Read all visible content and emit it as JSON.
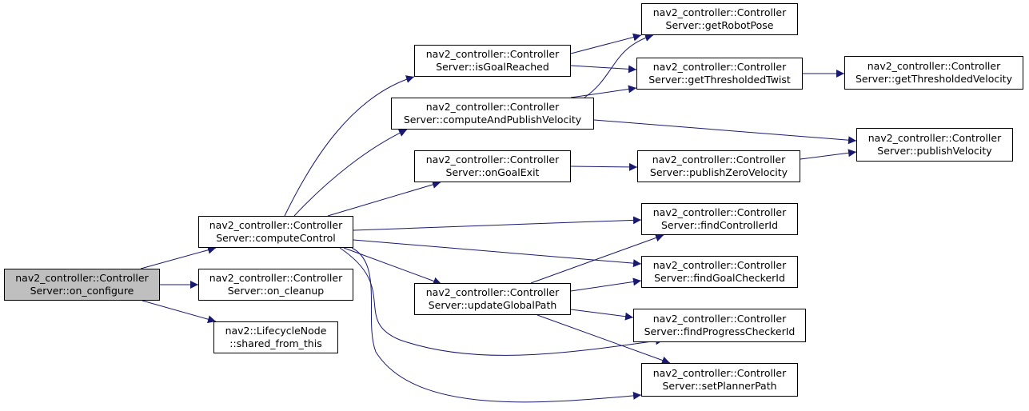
{
  "graph": {
    "edge_color": "#191970",
    "root_fill": "#bfbfbf",
    "nodes": [
      {
        "id": "on_configure",
        "lines": [
          "nav2_controller::Controller",
          "Server::on_configure"
        ]
      },
      {
        "id": "computeControl",
        "lines": [
          "nav2_controller::Controller",
          "Server::computeControl"
        ]
      },
      {
        "id": "on_cleanup",
        "lines": [
          "nav2_controller::Controller",
          "Server::on_cleanup"
        ]
      },
      {
        "id": "shared_from_this",
        "lines": [
          "nav2::LifecycleNode",
          "::shared_from_this"
        ]
      },
      {
        "id": "isGoalReached",
        "lines": [
          "nav2_controller::Controller",
          "Server::isGoalReached"
        ]
      },
      {
        "id": "computeAndPublishVelocity",
        "lines": [
          "nav2_controller::Controller",
          "Server::computeAndPublishVelocity"
        ]
      },
      {
        "id": "onGoalExit",
        "lines": [
          "nav2_controller::Controller",
          "Server::onGoalExit"
        ]
      },
      {
        "id": "updateGlobalPath",
        "lines": [
          "nav2_controller::Controller",
          "Server::updateGlobalPath"
        ]
      },
      {
        "id": "getRobotPose",
        "lines": [
          "nav2_controller::Controller",
          "Server::getRobotPose"
        ]
      },
      {
        "id": "getThresholdedTwist",
        "lines": [
          "nav2_controller::Controller",
          "Server::getThresholdedTwist"
        ]
      },
      {
        "id": "getThresholdedVelocity",
        "lines": [
          "nav2_controller::Controller",
          "Server::getThresholdedVelocity"
        ]
      },
      {
        "id": "publishVelocity",
        "lines": [
          "nav2_controller::Controller",
          "Server::publishVelocity"
        ]
      },
      {
        "id": "publishZeroVelocity",
        "lines": [
          "nav2_controller::Controller",
          "Server::publishZeroVelocity"
        ]
      },
      {
        "id": "findControllerId",
        "lines": [
          "nav2_controller::Controller",
          "Server::findControllerId"
        ]
      },
      {
        "id": "findGoalCheckerId",
        "lines": [
          "nav2_controller::Controller",
          "Server::findGoalCheckerId"
        ]
      },
      {
        "id": "findProgressCheckerId",
        "lines": [
          "nav2_controller::Controller",
          "Server::findProgressCheckerId"
        ]
      },
      {
        "id": "setPlannerPath",
        "lines": [
          "nav2_controller::Controller",
          "Server::setPlannerPath"
        ]
      }
    ],
    "edges": [
      [
        "on_configure",
        "computeControl"
      ],
      [
        "on_configure",
        "on_cleanup"
      ],
      [
        "on_configure",
        "shared_from_this"
      ],
      [
        "computeControl",
        "isGoalReached"
      ],
      [
        "computeControl",
        "computeAndPublishVelocity"
      ],
      [
        "computeControl",
        "onGoalExit"
      ],
      [
        "computeControl",
        "findControllerId"
      ],
      [
        "computeControl",
        "findGoalCheckerId"
      ],
      [
        "computeControl",
        "updateGlobalPath"
      ],
      [
        "computeControl",
        "findProgressCheckerId"
      ],
      [
        "computeControl",
        "setPlannerPath"
      ],
      [
        "isGoalReached",
        "getRobotPose"
      ],
      [
        "isGoalReached",
        "getThresholdedTwist"
      ],
      [
        "computeAndPublishVelocity",
        "getRobotPose"
      ],
      [
        "computeAndPublishVelocity",
        "getThresholdedTwist"
      ],
      [
        "computeAndPublishVelocity",
        "publishVelocity"
      ],
      [
        "getThresholdedTwist",
        "getThresholdedVelocity"
      ],
      [
        "onGoalExit",
        "publishZeroVelocity"
      ],
      [
        "publishZeroVelocity",
        "publishVelocity"
      ],
      [
        "updateGlobalPath",
        "findControllerId"
      ],
      [
        "updateGlobalPath",
        "findGoalCheckerId"
      ],
      [
        "updateGlobalPath",
        "findProgressCheckerId"
      ],
      [
        "updateGlobalPath",
        "setPlannerPath"
      ]
    ]
  }
}
